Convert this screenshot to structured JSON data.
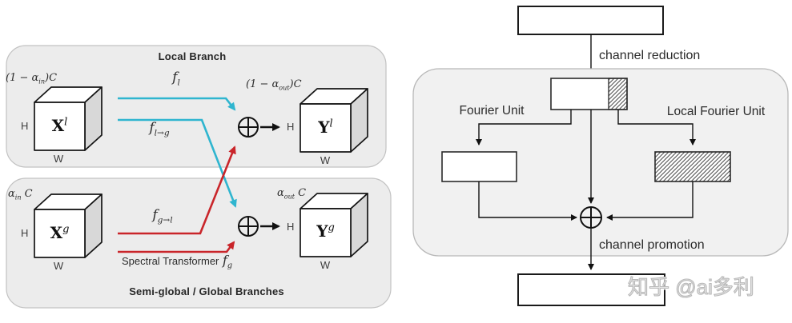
{
  "colors": {
    "local_flow": "#2fb5cf",
    "global_flow": "#c9252a",
    "panel_fill": "#ececec",
    "right_panel_fill": "#f1f1f1",
    "cube_side_fill": "#d8d8d8",
    "ink": "#1a1a1a"
  },
  "ffc": {
    "local_panel": {
      "title": "Local Branch",
      "input_dim": {
        "pre": "(1 − α",
        "sub": "in",
        "post": ")C"
      },
      "output_dim": {
        "pre": "(1 − α",
        "sub": "out",
        "post": ")C"
      },
      "input_tensor": {
        "base": "X",
        "sup": "l"
      },
      "output_tensor": {
        "base": "Y",
        "sup": "l"
      },
      "height_label": "H",
      "width_label": "W"
    },
    "global_panel": {
      "title": "Semi-global / Global Branches",
      "input_dim": {
        "pre": "α",
        "sub": "in",
        "post": " C"
      },
      "output_dim": {
        "pre": "α",
        "sub": "out",
        "post": " C"
      },
      "input_tensor": {
        "base": "X",
        "sup": "g"
      },
      "output_tensor": {
        "base": "Y",
        "sup": "g"
      },
      "height_label": "H",
      "width_label": "W"
    },
    "flows": {
      "local_to_local": {
        "base": "f",
        "sub": "l"
      },
      "local_to_global": {
        "base": "f",
        "sub": "l→g"
      },
      "global_to_local": {
        "base": "f",
        "sub": "g→l"
      },
      "global_to_global": {
        "base": "f",
        "sub": "g"
      },
      "spectral_transformer": "Spectral Transformer"
    }
  },
  "spectral_block": {
    "channel_reduction": "channel reduction",
    "channel_promotion": "channel promotion",
    "fourier_unit": "Fourier Unit",
    "local_fourier_unit": "Local Fourier Unit"
  },
  "watermark": "知乎 @ai多利"
}
